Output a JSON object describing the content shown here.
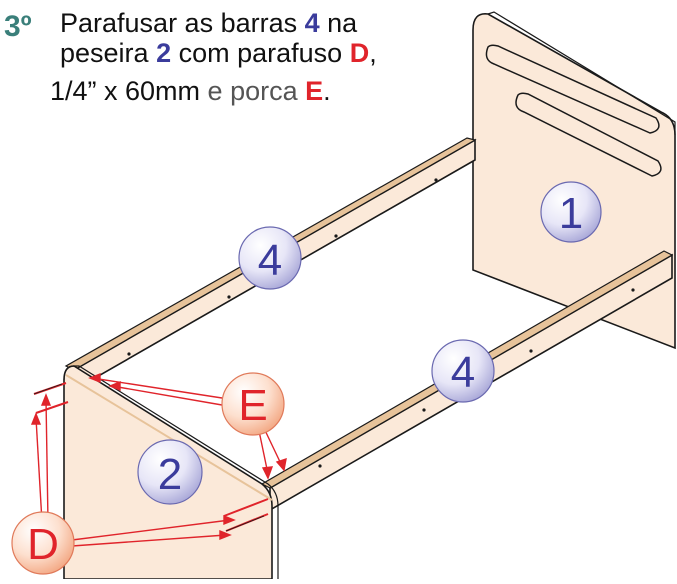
{
  "instruction": {
    "step": "3º",
    "line1_a": "Parafusar as barras ",
    "line1_num": "4",
    "line1_b": " na",
    "line2_a": "peseira ",
    "line2_num": "2",
    "line2_b": " com parafuso ",
    "line2_red": "D",
    "line2_c": ",",
    "line3_a": "1/4” x 60mm ",
    "line3_b": "e porca ",
    "line3_red": "E",
    "line3_c": "."
  },
  "labels": {
    "headboard": "1",
    "footboard": "2",
    "rail_back": "4",
    "rail_front": "4",
    "nut": "E",
    "screw": "D"
  },
  "colors": {
    "wood_fill": "#fbe9d9",
    "wood_edge": "#e7c39a",
    "outline": "#1a1a1a",
    "label_blue": "#3b3c9c",
    "label_red": "#e0242b",
    "callout_arrow": "#e0242b"
  }
}
